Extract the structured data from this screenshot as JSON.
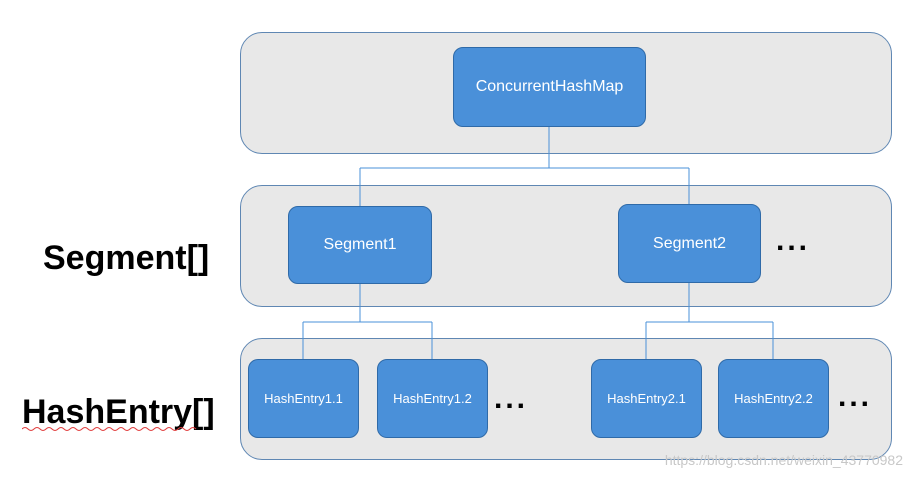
{
  "nodes": {
    "root": "ConcurrentHashMap",
    "segments": [
      "Segment1",
      "Segment2"
    ],
    "entries": [
      "HashEntry1.1",
      "HashEntry1.2",
      "HashEntry2.1",
      "HashEntry2.2"
    ]
  },
  "labels": {
    "segment_array": "Segment[]",
    "hashentry_array": "HashEntry[]"
  },
  "ellipsis": "...",
  "watermark": "https://blog.csdn.net/weixin_43770982",
  "colors": {
    "node_fill": "#4a90d9",
    "band_fill": "#e8e8e8",
    "connector": "#4a90d9"
  }
}
